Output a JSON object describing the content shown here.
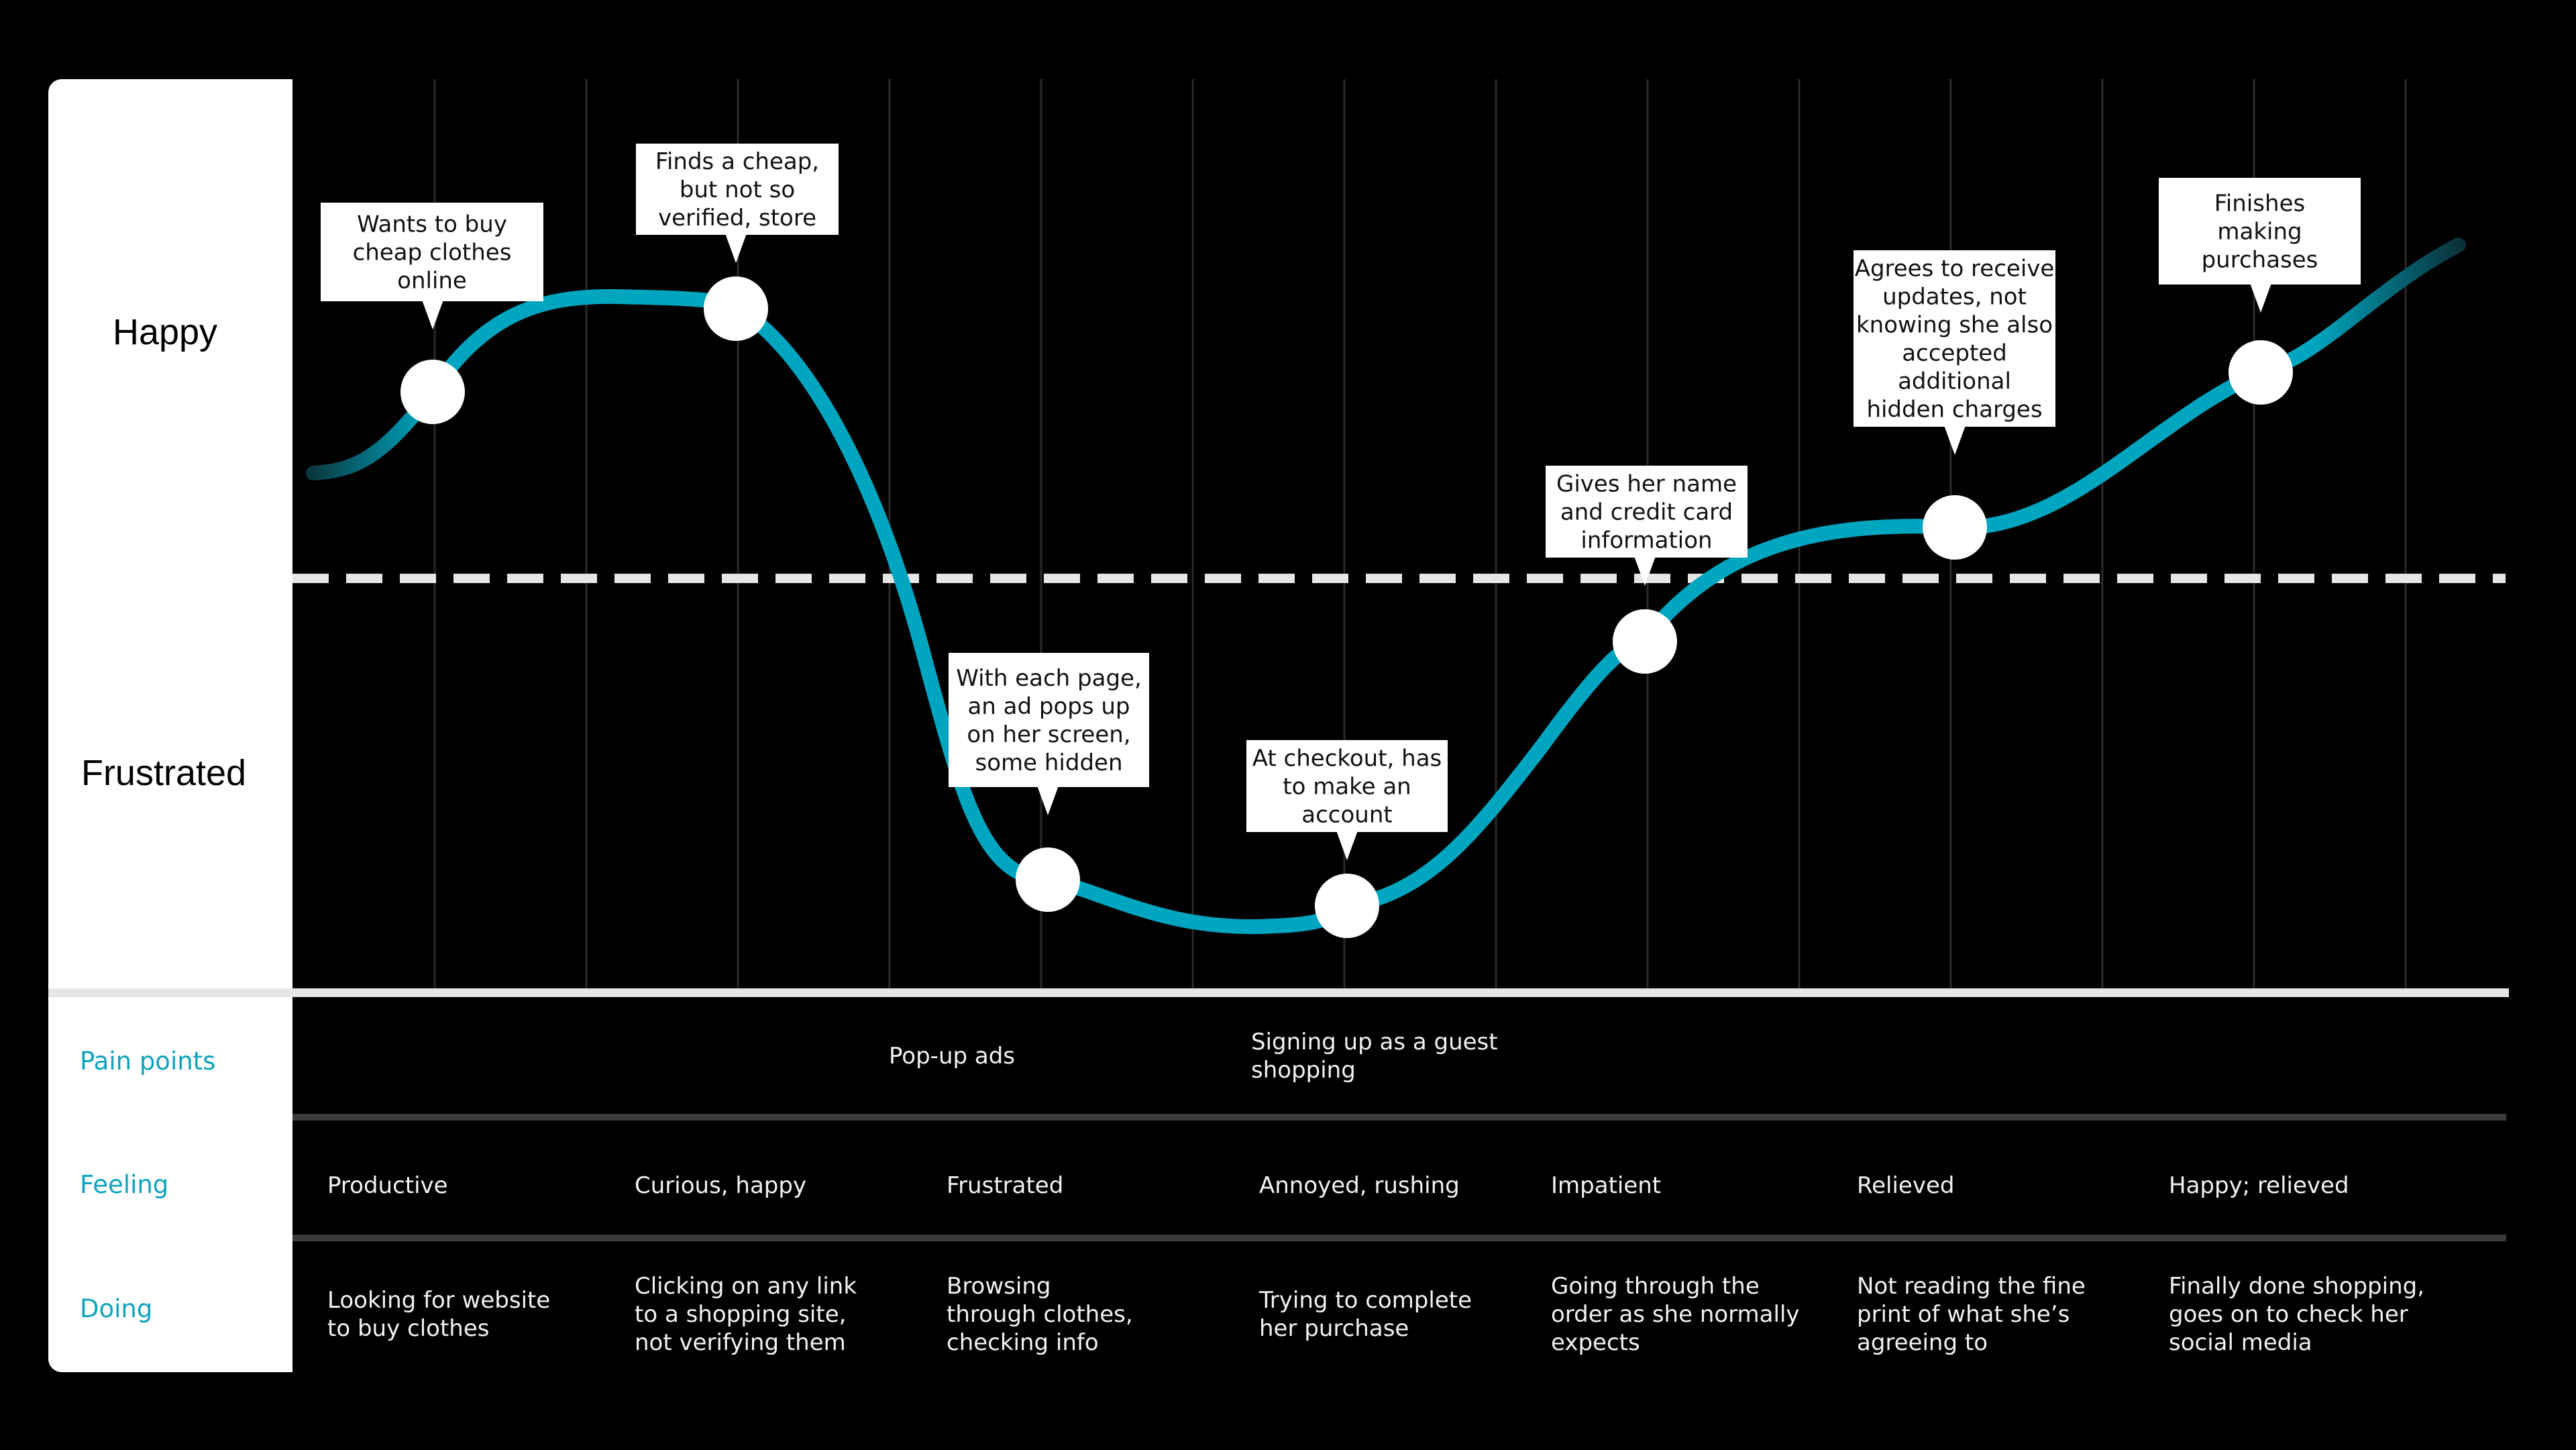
{
  "axis": {
    "top_label": "Happy",
    "bottom_label": "Frustrated"
  },
  "colors": {
    "background": "#000000",
    "curve": "#00a6c0",
    "panel": "#ffffff",
    "row_label": "#0fa3bd",
    "divider": "#e6e6e6",
    "dashed": "#e6e6e6",
    "cell_text": "#f2f2f2"
  },
  "stages": [
    {
      "callout": [
        "Wants to buy",
        "cheap clothes",
        "online"
      ],
      "feeling": "Productive",
      "doing": [
        "Looking for website",
        "to buy clothes"
      ]
    },
    {
      "callout": [
        "Finds a cheap,",
        "but not so",
        "verified, store"
      ],
      "feeling": "Curious, happy",
      "doing": [
        "Clicking on any link",
        "to a shopping site,",
        "not verifying them"
      ]
    },
    {
      "callout": [
        "With each page,",
        "an ad pops up",
        "on her screen,",
        "some hidden"
      ],
      "feeling": "Frustrated",
      "pain": [
        "Pop-up ads"
      ],
      "doing": [
        "Browsing",
        "through clothes,",
        "checking info"
      ]
    },
    {
      "callout": [
        "At checkout, has",
        "to make an",
        "account"
      ],
      "feeling": "Annoyed, rushing",
      "pain": [
        "Signing up as a guest",
        "shopping"
      ],
      "doing": [
        "Trying to complete",
        "her purchase"
      ]
    },
    {
      "callout": [
        "Gives her name",
        "and credit card",
        "information"
      ],
      "feeling": "Impatient",
      "doing": [
        "Going through the",
        "order as she normally",
        "expects"
      ]
    },
    {
      "callout": [
        "Agrees to receive",
        "updates, not",
        "knowing she also",
        "accepted",
        "additional",
        "hidden charges"
      ],
      "feeling": "Relieved",
      "doing": [
        "Not reading the fine",
        "print of what she’s",
        "agreeing to"
      ]
    },
    {
      "callout": [
        "Finishes",
        "making",
        "purchases"
      ],
      "feeling": "Happy; relieved",
      "doing": [
        "Finally done shopping,",
        "goes on to check her",
        "social media"
      ]
    }
  ],
  "rows": {
    "pain": "Pain points",
    "feeling": "Feeling",
    "doing": "Doing"
  }
}
